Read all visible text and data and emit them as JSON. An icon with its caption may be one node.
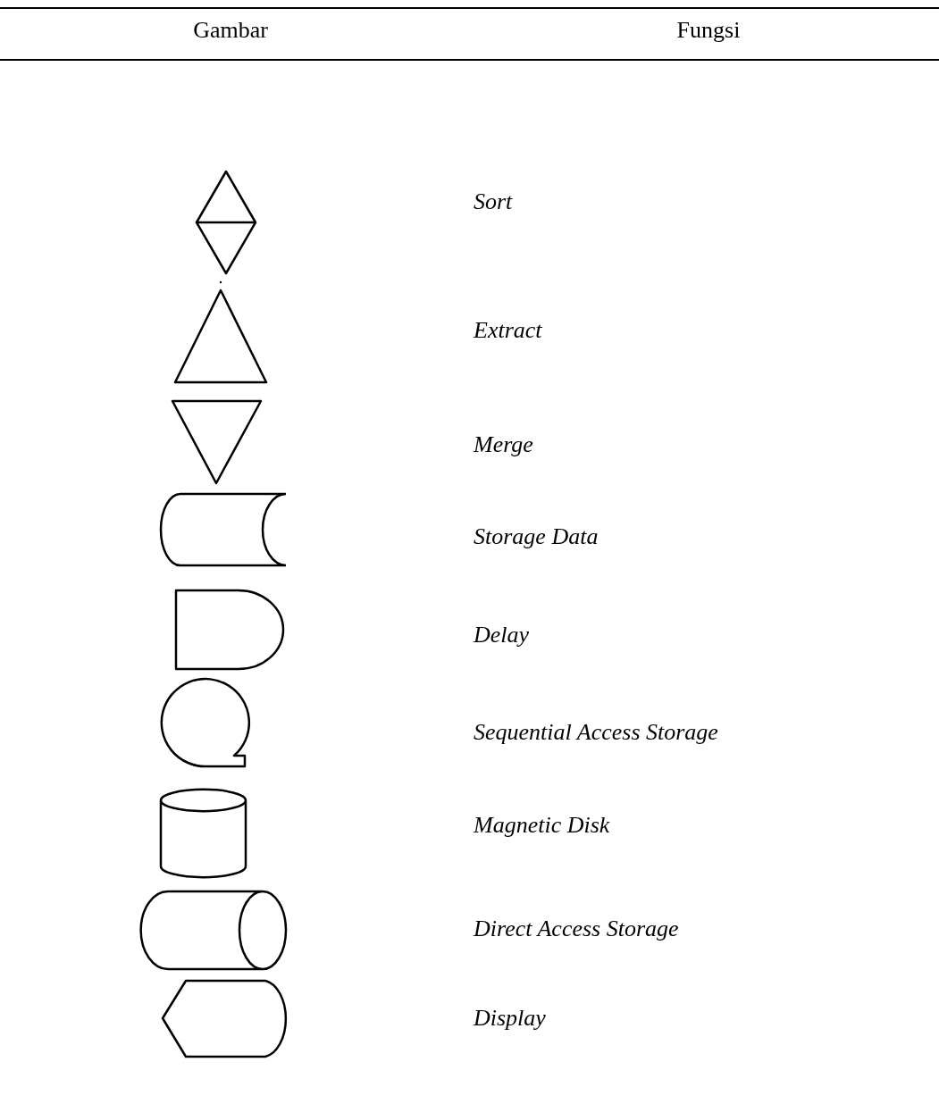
{
  "diagram": {
    "labels": [
      "Gambar",
      "Fungsi",
      "Sort",
      "Extract",
      "Merge",
      "Storage Data",
      "Delay",
      "Sequential Access Storage",
      "Magnetic Disk",
      "Direct Access Storage",
      "Display"
    ]
  }
}
